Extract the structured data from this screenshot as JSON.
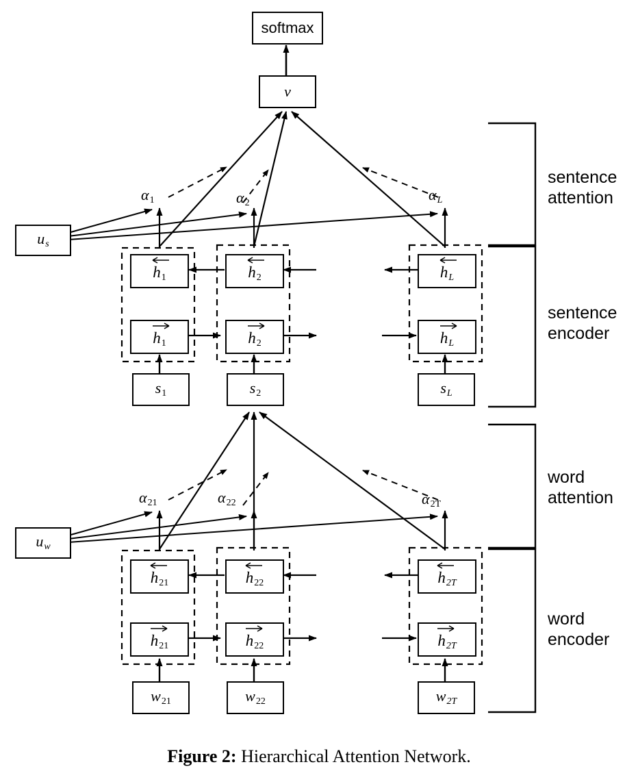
{
  "figure": {
    "caption_label": "Figure 2:",
    "caption_text": "Hierarchical Attention Network.",
    "ink_color": "#000000",
    "background_color": "#ffffff"
  },
  "output": {
    "softmax_label": "softmax",
    "doc_vector_label": "v"
  },
  "sentence_attention": {
    "group_label": "sentence\nattention",
    "context_vector_label": "u",
    "context_vector_sub": "s",
    "alphas": [
      {
        "base": "α",
        "sub": "1"
      },
      {
        "base": "α",
        "sub": "2"
      },
      {
        "base": "α",
        "sub": "L"
      }
    ]
  },
  "sentence_encoder": {
    "group_label": "sentence\nencoder",
    "backward_states": [
      {
        "base": "h",
        "sub": "1",
        "dir": "left"
      },
      {
        "base": "h",
        "sub": "2",
        "dir": "left"
      },
      {
        "base": "h",
        "sub": "L",
        "dir": "left"
      }
    ],
    "forward_states": [
      {
        "base": "h",
        "sub": "1",
        "dir": "right"
      },
      {
        "base": "h",
        "sub": "2",
        "dir": "right"
      },
      {
        "base": "h",
        "sub": "L",
        "dir": "right"
      }
    ],
    "inputs": [
      {
        "base": "s",
        "sub": "1"
      },
      {
        "base": "s",
        "sub": "2"
      },
      {
        "base": "s",
        "sub": "L"
      }
    ]
  },
  "word_attention": {
    "group_label": "word\nattention",
    "context_vector_label": "u",
    "context_vector_sub": "w",
    "alphas": [
      {
        "base": "α",
        "sub": "21"
      },
      {
        "base": "α",
        "sub": "22"
      },
      {
        "base": "α",
        "sub": "2T"
      }
    ]
  },
  "word_encoder": {
    "group_label": "word\nencoder",
    "backward_states": [
      {
        "base": "h",
        "sub": "21",
        "dir": "left"
      },
      {
        "base": "h",
        "sub": "22",
        "dir": "left"
      },
      {
        "base": "h",
        "sub": "2T",
        "dir": "left"
      }
    ],
    "forward_states": [
      {
        "base": "h",
        "sub": "21",
        "dir": "right"
      },
      {
        "base": "h",
        "sub": "22",
        "dir": "right"
      },
      {
        "base": "h",
        "sub": "2T",
        "dir": "right"
      }
    ],
    "inputs": [
      {
        "base": "w",
        "sub": "21"
      },
      {
        "base": "w",
        "sub": "22"
      },
      {
        "base": "w",
        "sub": "2T"
      }
    ]
  }
}
